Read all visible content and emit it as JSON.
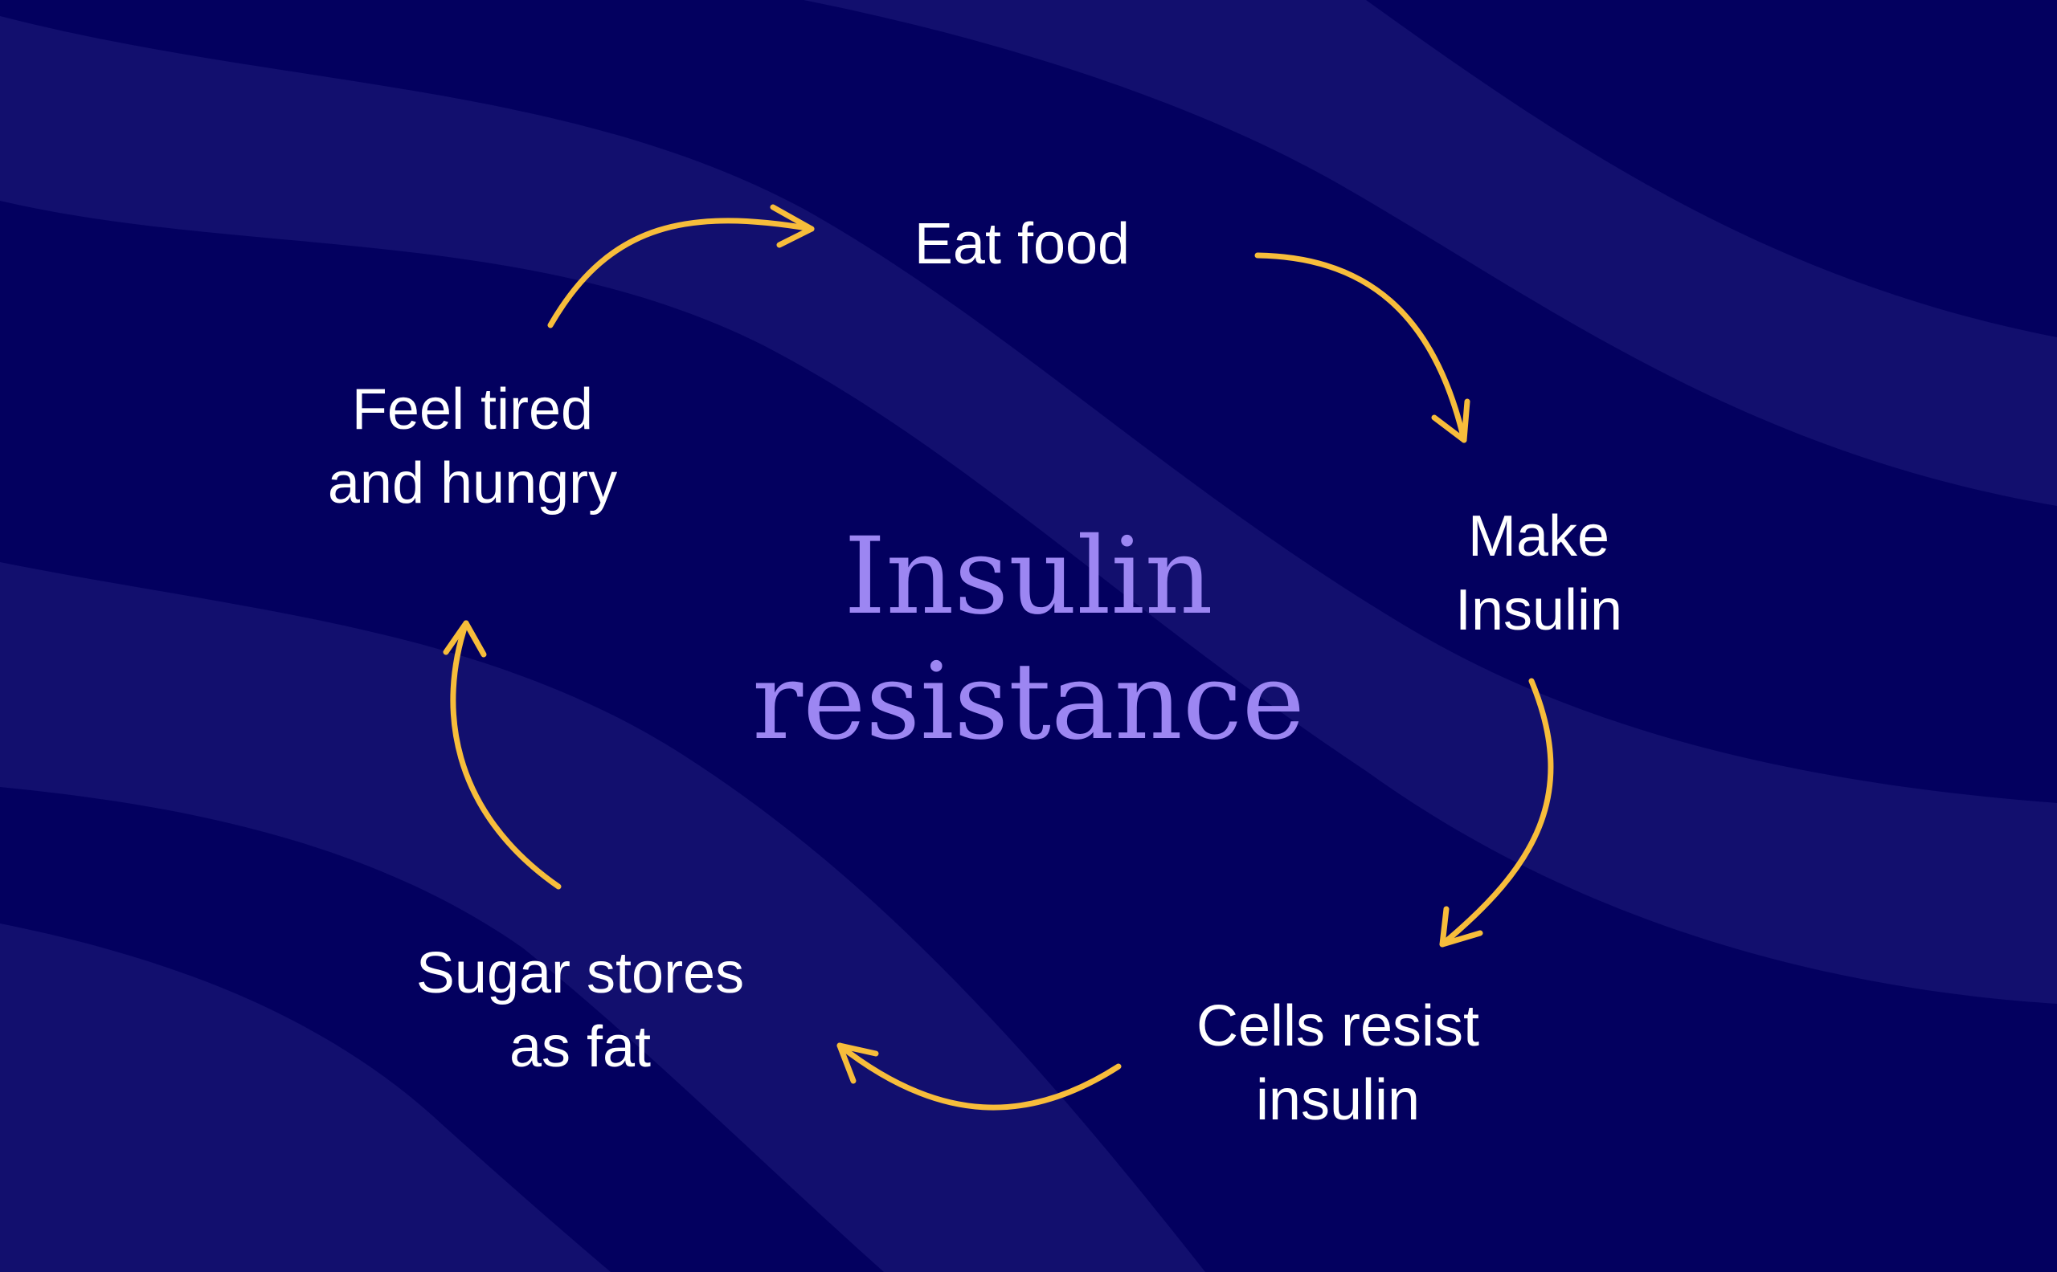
{
  "diagram": {
    "center_title": {
      "line1": "Insulin",
      "line2": "resistance"
    },
    "steps": [
      {
        "id": "eat-food",
        "line1": "Eat food",
        "line2": ""
      },
      {
        "id": "make-insulin",
        "line1": "Make",
        "line2": "Insulin"
      },
      {
        "id": "cells-resist-insulin",
        "line1": "Cells resist",
        "line2": "insulin"
      },
      {
        "id": "sugar-stores-as-fat",
        "line1": "Sugar stores",
        "line2": "as fat"
      },
      {
        "id": "feel-tired-and-hungry",
        "line1": "Feel tired",
        "line2": "and hungry"
      }
    ],
    "cycle_direction": "clockwise"
  },
  "colors": {
    "background": "#03005f",
    "wave_band": "#120f6e",
    "arrow": "#f7bd3b",
    "step_text": "#ffffff",
    "center_text": "#9c86f2"
  }
}
